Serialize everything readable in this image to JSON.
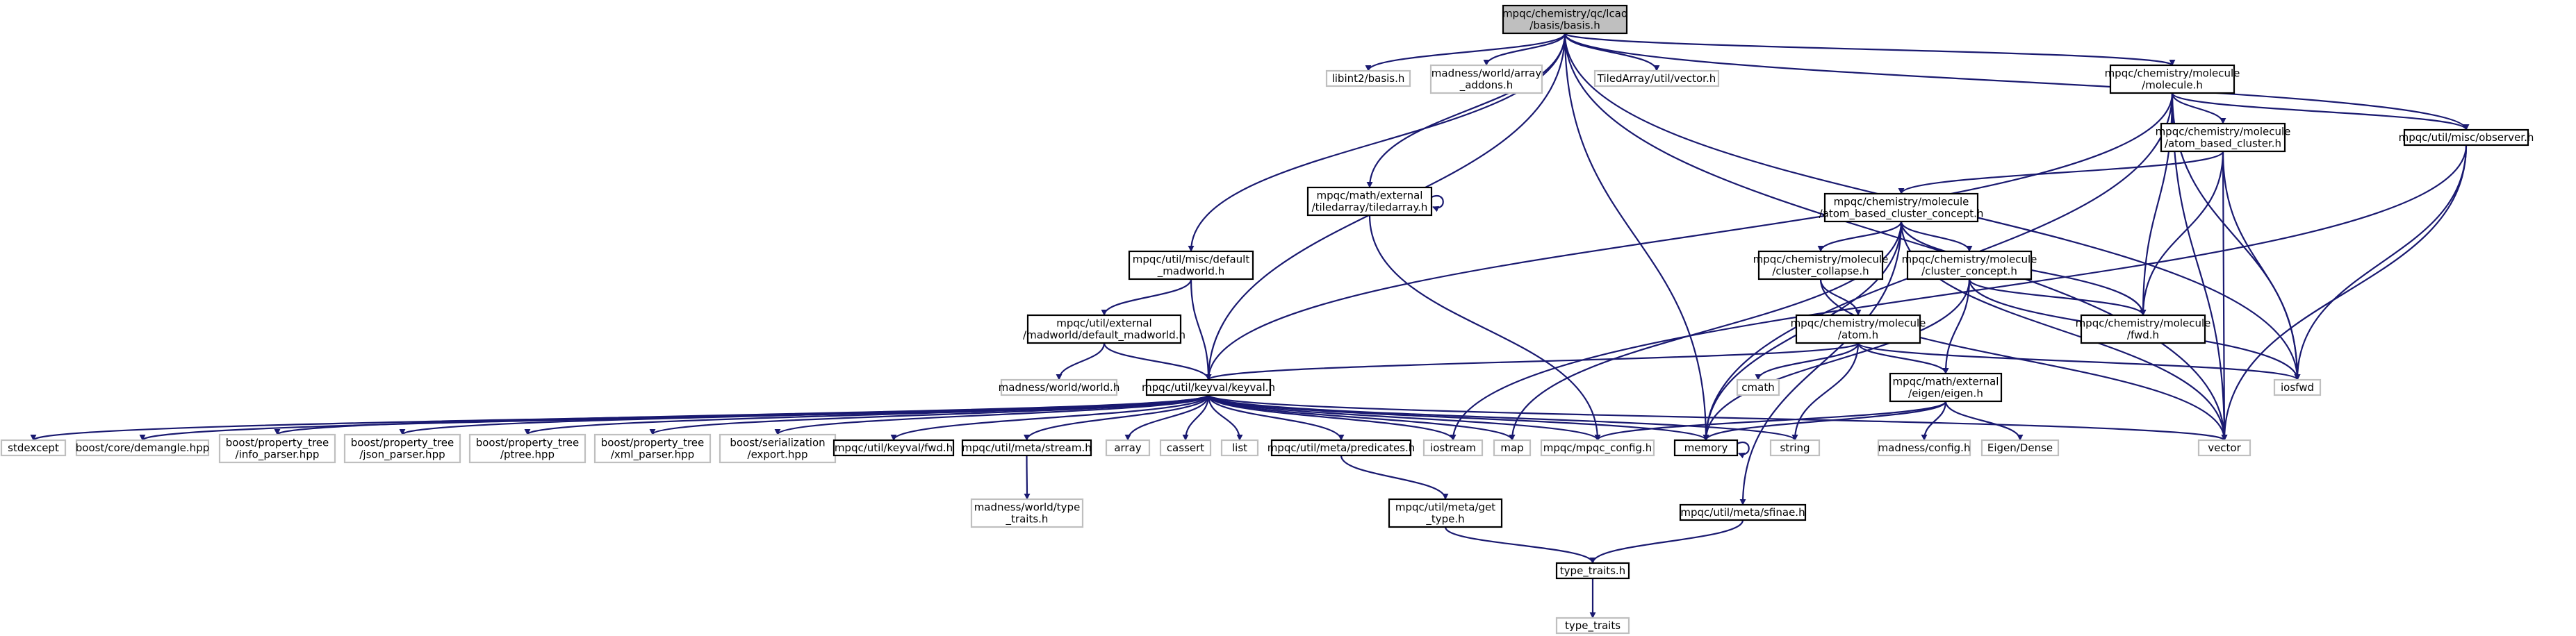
{
  "graph": {
    "nodes": {
      "basis": {
        "lines": [
          "mpqc/chemistry/qc/lcao",
          "/basis/basis.h"
        ],
        "style": "root"
      },
      "libint2": {
        "lines": [
          "libint2/basis.h"
        ],
        "style": "external"
      },
      "madness_array": {
        "lines": [
          "madness/world/array",
          "_addons.h"
        ],
        "style": "external"
      },
      "tiledarray_vector": {
        "lines": [
          "TiledArray/util/vector.h"
        ],
        "style": "external"
      },
      "molecule": {
        "lines": [
          "mpqc/chemistry/molecule",
          "/molecule.h"
        ],
        "style": "normal"
      },
      "observer": {
        "lines": [
          "mpqc/util/misc/observer.h"
        ],
        "style": "normal"
      },
      "atom_based_cluster": {
        "lines": [
          "mpqc/chemistry/molecule",
          "/atom_based_cluster.h"
        ],
        "style": "normal"
      },
      "tiledarray": {
        "lines": [
          "mpqc/math/external",
          "/tiledarray/tiledarray.h"
        ],
        "style": "normal"
      },
      "abcc": {
        "lines": [
          "mpqc/chemistry/molecule",
          "/atom_based_cluster_concept.h"
        ],
        "style": "normal"
      },
      "default_madworld": {
        "lines": [
          "mpqc/util/misc/default",
          "_madworld.h"
        ],
        "style": "normal"
      },
      "cluster_collapse": {
        "lines": [
          "mpqc/chemistry/molecule",
          "/cluster_collapse.h"
        ],
        "style": "normal"
      },
      "cluster_concept": {
        "lines": [
          "mpqc/chemistry/molecule",
          "/cluster_concept.h"
        ],
        "style": "normal"
      },
      "molecule_fwd": {
        "lines": [
          "mpqc/chemistry/molecule",
          "/fwd.h"
        ],
        "style": "normal"
      },
      "ext_default_madworld": {
        "lines": [
          "mpqc/util/external",
          "/madworld/default_madworld.h"
        ],
        "style": "normal"
      },
      "atom": {
        "lines": [
          "mpqc/chemistry/molecule",
          "/atom.h"
        ],
        "style": "normal"
      },
      "iosfwd": {
        "lines": [
          "iosfwd"
        ],
        "style": "external"
      },
      "madness_world": {
        "lines": [
          "madness/world/world.h"
        ],
        "style": "external"
      },
      "keyval": {
        "lines": [
          "mpqc/util/keyval/keyval.h"
        ],
        "style": "normal"
      },
      "cmath": {
        "lines": [
          "cmath"
        ],
        "style": "external"
      },
      "eigen": {
        "lines": [
          "mpqc/math/external",
          "/eigen/eigen.h"
        ],
        "style": "normal"
      },
      "stdexcept": {
        "lines": [
          "stdexcept"
        ],
        "style": "external"
      },
      "demangle": {
        "lines": [
          "boost/core/demangle.hpp"
        ],
        "style": "external"
      },
      "info_parser": {
        "lines": [
          "boost/property_tree",
          "/info_parser.hpp"
        ],
        "style": "external"
      },
      "json_parser": {
        "lines": [
          "boost/property_tree",
          "/json_parser.hpp"
        ],
        "style": "external"
      },
      "ptree": {
        "lines": [
          "boost/property_tree",
          "/ptree.hpp"
        ],
        "style": "external"
      },
      "xml_parser": {
        "lines": [
          "boost/property_tree",
          "/xml_parser.hpp"
        ],
        "style": "external"
      },
      "serialization_export": {
        "lines": [
          "boost/serialization",
          "/export.hpp"
        ],
        "style": "external"
      },
      "keyval_fwd": {
        "lines": [
          "mpqc/util/keyval/fwd.h"
        ],
        "style": "normal"
      },
      "stream": {
        "lines": [
          "mpqc/util/meta/stream.h"
        ],
        "style": "normal"
      },
      "array": {
        "lines": [
          "array"
        ],
        "style": "external"
      },
      "cassert": {
        "lines": [
          "cassert"
        ],
        "style": "external"
      },
      "list": {
        "lines": [
          "list"
        ],
        "style": "external"
      },
      "predicates": {
        "lines": [
          "mpqc/util/meta/predicates.h"
        ],
        "style": "normal"
      },
      "iostream": {
        "lines": [
          "iostream"
        ],
        "style": "external"
      },
      "map": {
        "lines": [
          "map"
        ],
        "style": "external"
      },
      "mpqc_config": {
        "lines": [
          "mpqc/mpqc_config.h"
        ],
        "style": "external"
      },
      "memory": {
        "lines": [
          "memory"
        ],
        "style": "normal"
      },
      "string": {
        "lines": [
          "string"
        ],
        "style": "external"
      },
      "madness_config": {
        "lines": [
          "madness/config.h"
        ],
        "style": "external"
      },
      "eigen_dense": {
        "lines": [
          "Eigen/Dense"
        ],
        "style": "external"
      },
      "vector": {
        "lines": [
          "vector"
        ],
        "style": "external"
      },
      "madness_type_traits": {
        "lines": [
          "madness/world/type",
          "_traits.h"
        ],
        "style": "external"
      },
      "get_type": {
        "lines": [
          "mpqc/util/meta/get",
          "_type.h"
        ],
        "style": "normal"
      },
      "sfinae": {
        "lines": [
          "mpqc/util/meta/sfinae.h"
        ],
        "style": "normal"
      },
      "type_traits_h": {
        "lines": [
          "type_traits.h"
        ],
        "style": "normal"
      },
      "type_traits": {
        "lines": [
          "type_traits"
        ],
        "style": "external"
      }
    },
    "edges": [
      [
        "basis",
        "libint2"
      ],
      [
        "basis",
        "madness_array"
      ],
      [
        "basis",
        "tiledarray_vector"
      ],
      [
        "basis",
        "molecule"
      ],
      [
        "basis",
        "observer"
      ],
      [
        "basis",
        "tiledarray"
      ],
      [
        "basis",
        "default_madworld"
      ],
      [
        "basis",
        "keyval"
      ],
      [
        "basis",
        "memory"
      ],
      [
        "basis",
        "iosfwd"
      ],
      [
        "basis",
        "vector"
      ],
      [
        "molecule",
        "atom_based_cluster"
      ],
      [
        "molecule",
        "observer"
      ],
      [
        "molecule",
        "molecule_fwd"
      ],
      [
        "molecule",
        "memory"
      ],
      [
        "molecule",
        "iosfwd"
      ],
      [
        "molecule",
        "vector"
      ],
      [
        "molecule",
        "keyval"
      ],
      [
        "observer",
        "iosfwd"
      ],
      [
        "observer",
        "vector"
      ],
      [
        "observer",
        "iostream"
      ],
      [
        "atom_based_cluster",
        "abcc"
      ],
      [
        "atom_based_cluster",
        "molecule_fwd"
      ],
      [
        "atom_based_cluster",
        "iosfwd"
      ],
      [
        "atom_based_cluster",
        "vector"
      ],
      [
        "tiledarray",
        "tiledarray"
      ],
      [
        "tiledarray",
        "mpqc_config"
      ],
      [
        "abcc",
        "cluster_collapse"
      ],
      [
        "abcc",
        "cluster_concept"
      ],
      [
        "abcc",
        "molecule_fwd"
      ],
      [
        "abcc",
        "memory"
      ],
      [
        "abcc",
        "vector"
      ],
      [
        "abcc",
        "sfinae"
      ],
      [
        "abcc",
        "map"
      ],
      [
        "default_madworld",
        "ext_default_madworld"
      ],
      [
        "default_madworld",
        "keyval"
      ],
      [
        "cluster_collapse",
        "atom"
      ],
      [
        "cluster_collapse",
        "vector"
      ],
      [
        "cluster_concept",
        "eigen"
      ],
      [
        "cluster_concept",
        "memory"
      ],
      [
        "cluster_concept",
        "iosfwd"
      ],
      [
        "cluster_concept",
        "molecule_fwd"
      ],
      [
        "ext_default_madworld",
        "madness_world"
      ],
      [
        "ext_default_madworld",
        "keyval"
      ],
      [
        "atom",
        "keyval"
      ],
      [
        "atom",
        "eigen"
      ],
      [
        "atom",
        "cmath"
      ],
      [
        "atom",
        "string"
      ],
      [
        "atom",
        "iosfwd"
      ],
      [
        "eigen",
        "madness_config"
      ],
      [
        "eigen",
        "eigen_dense"
      ],
      [
        "eigen",
        "mpqc_config"
      ],
      [
        "eigen",
        "memory"
      ],
      [
        "keyval",
        "stdexcept"
      ],
      [
        "keyval",
        "demangle"
      ],
      [
        "keyval",
        "info_parser"
      ],
      [
        "keyval",
        "json_parser"
      ],
      [
        "keyval",
        "ptree"
      ],
      [
        "keyval",
        "xml_parser"
      ],
      [
        "keyval",
        "serialization_export"
      ],
      [
        "keyval",
        "keyval_fwd"
      ],
      [
        "keyval",
        "stream"
      ],
      [
        "keyval",
        "array"
      ],
      [
        "keyval",
        "cassert"
      ],
      [
        "keyval",
        "list"
      ],
      [
        "keyval",
        "predicates"
      ],
      [
        "keyval",
        "iostream"
      ],
      [
        "keyval",
        "map"
      ],
      [
        "keyval",
        "mpqc_config"
      ],
      [
        "keyval",
        "memory"
      ],
      [
        "keyval",
        "string"
      ],
      [
        "keyval",
        "vector"
      ],
      [
        "stream",
        "madness_type_traits"
      ],
      [
        "predicates",
        "get_type"
      ],
      [
        "get_type",
        "type_traits_h"
      ],
      [
        "sfinae",
        "type_traits_h"
      ],
      [
        "memory",
        "memory"
      ],
      [
        "type_traits_h",
        "type_traits"
      ]
    ]
  },
  "colors": {
    "edge": "#191970",
    "root_fill": "#bfbfbf",
    "node_border": "#000000",
    "external_border": "#bfbfbf",
    "text": "#000000",
    "background": "#ffffff"
  }
}
